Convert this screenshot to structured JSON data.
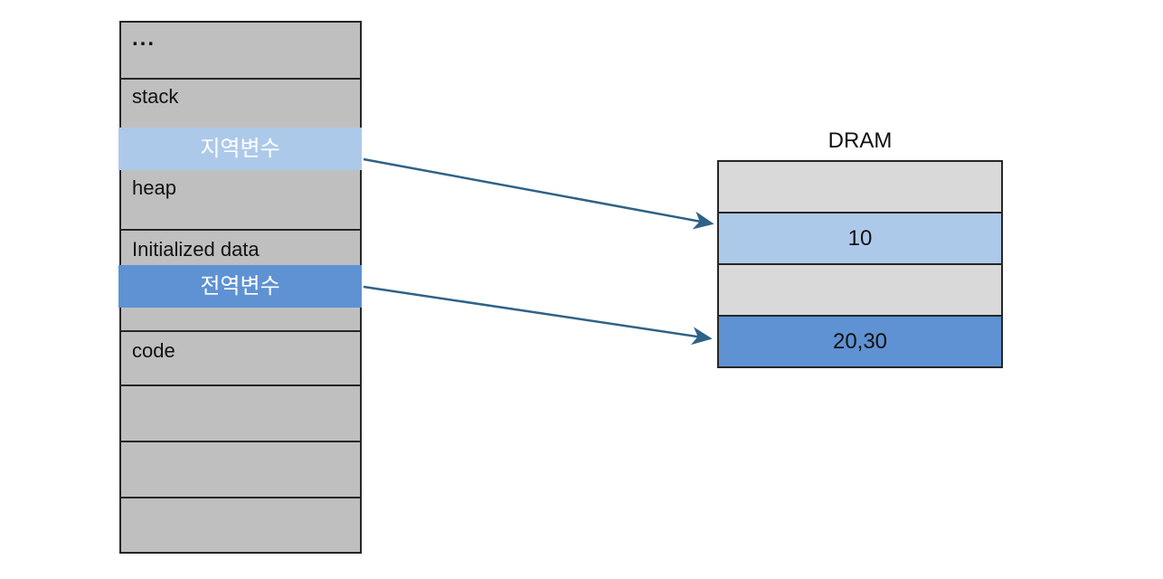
{
  "memory_column": {
    "cells": [
      {
        "label": "..."
      },
      {
        "label": "stack"
      },
      {
        "label": "heap"
      },
      {
        "label": "Initialized data"
      },
      {
        "label": "code"
      },
      {
        "label": ""
      },
      {
        "label": ""
      },
      {
        "label": ""
      }
    ],
    "bands": {
      "local": {
        "label": "지역변수"
      },
      "global": {
        "label": "전역변수"
      }
    }
  },
  "dram": {
    "title": "DRAM",
    "rows": [
      {
        "value": ""
      },
      {
        "value": "10"
      },
      {
        "value": ""
      },
      {
        "value": "20,30"
      }
    ]
  },
  "colors": {
    "column_gray": "#BFBFBF",
    "dram_gray": "#D9D9D9",
    "light_blue": "#ADC9E9",
    "medium_blue": "#5E92D2",
    "border": "#262626",
    "arrow": "#2F6288"
  }
}
